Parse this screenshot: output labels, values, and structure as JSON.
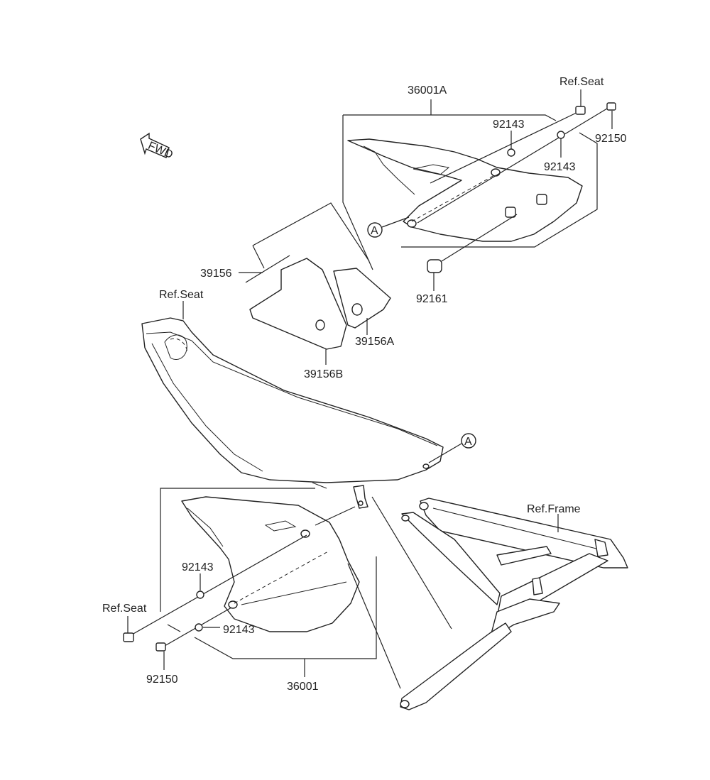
{
  "labels": {
    "side_cover_right": "36001A",
    "ref_seat_top": "Ref.Seat",
    "washer_top_a": "92143",
    "bolt_top": "92150",
    "washer_top_b": "92143",
    "marker_a": "A",
    "marker_a2": "A",
    "pad": "39156",
    "grommet": "92161",
    "ref_seat_mid": "Ref.Seat",
    "pad_a": "39156A",
    "pad_b": "39156B",
    "ref_frame": "Ref.Frame",
    "washer_low_a": "92143",
    "ref_seat_low": "Ref.Seat",
    "washer_low_b": "92143",
    "bolt_low": "92150",
    "side_cover_left": "36001",
    "fwd": "FWD"
  }
}
